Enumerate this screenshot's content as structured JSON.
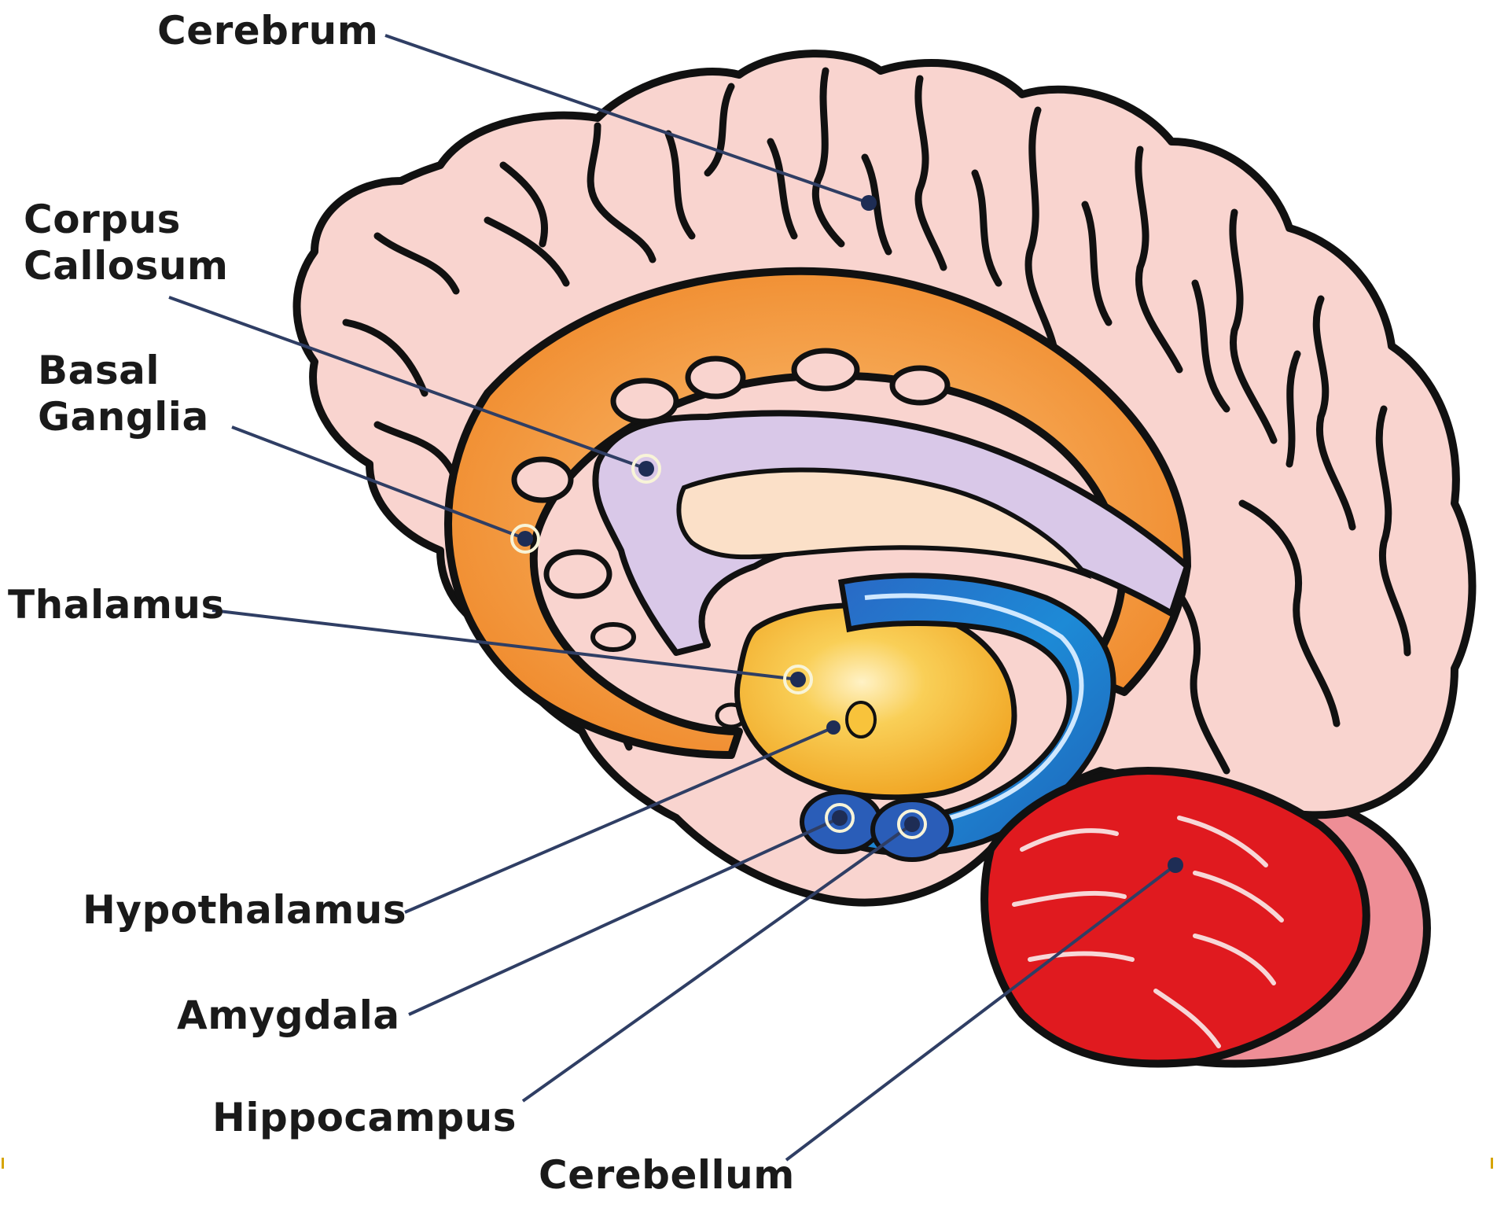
{
  "labels": {
    "cerebrum": "Cerebrum",
    "corpus_callosum_line1": "Corpus",
    "corpus_callosum_line2": "Callosum",
    "basal_ganglia_line1": "Basal",
    "basal_ganglia_line2": "Ganglia",
    "thalamus": "Thalamus",
    "hypothalamus": "Hypothalamus",
    "amygdala": "Amygdala",
    "hippocampus": "Hippocampus",
    "cerebellum": "Cerebellum"
  },
  "colors": {
    "cerebrum": "#f9d4cf",
    "corpus_callosum": "#f18a2c",
    "lateral_ventricle": "#d9c8e8",
    "thalamus": "#f3b533",
    "hippocampus": "#1f7cc6",
    "cerebellum": "#e01a1f",
    "brainstem": "#ee8e96",
    "leader_line": "#2f3e64"
  }
}
